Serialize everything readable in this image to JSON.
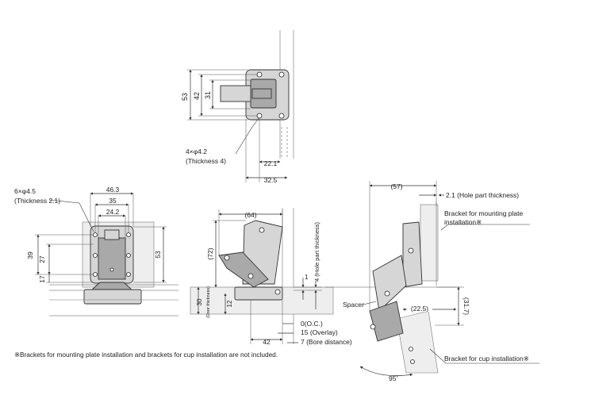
{
  "top_view": {
    "dim_53": "53",
    "dim_42": "42",
    "dim_31": "31",
    "holes": "4×φ4.2",
    "thickness": "(Thickness 4)",
    "dim_22_1": "22.1",
    "dim_32_5": "32.5"
  },
  "front_view": {
    "holes": "6×φ4.5",
    "thickness": "(Thickness 2.1)",
    "dim_46_3": "46.3",
    "dim_35": "35",
    "dim_24_2": "24.2",
    "dim_39": "39",
    "dim_27": "27",
    "dim_17": "17",
    "dim_53": "53"
  },
  "side_view": {
    "dim_64": "(64)",
    "dim_72": "(72)",
    "dim_30": "30",
    "door_thickness": "(Door thickness)",
    "dim_12": "12",
    "dim_1": "1",
    "hole_thickness": "4 (Hole part thickness)",
    "dim_42": "42",
    "oc": "0(O.C.)",
    "overlay": "15 (Overlay)",
    "bore": "7 (Bore distance)"
  },
  "open_view": {
    "dim_57": "(57)",
    "hole_part": "2.1 (Hole part thickness)",
    "bracket_mount_1": "Bracket for mounting plate",
    "bracket_mount_2": "installation※",
    "spacer": "Spacer",
    "dim_22_5": "(22.5)",
    "dim_31_7": "(31.7)",
    "bracket_cup": "Bracket for cup installation※",
    "angle": "95˚"
  },
  "footnote": "※Brackets for mounting plate installation and brackets for cup installation are not included."
}
